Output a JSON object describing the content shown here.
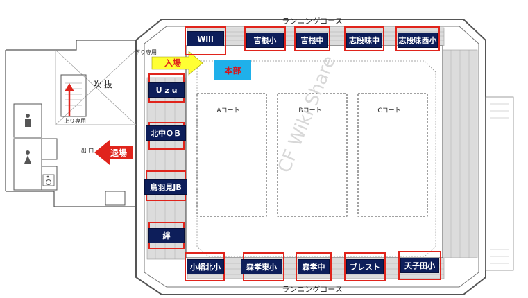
{
  "labels": {
    "running_course": "ランニングコース",
    "atrium": "吹 抜",
    "down_only": "下り専用",
    "up_only": "上り専用",
    "exit_door": "出 口",
    "court_a": "Aコート",
    "court_b": "Bコート",
    "court_c": "Cコート",
    "entrance": "入場",
    "exit": "退場",
    "headquarters": "本部",
    "watermark": "CF Wiki Share"
  },
  "teams": {
    "will": "Will",
    "yoshine_sho": "吉根小",
    "yoshine_chu": "吉根中",
    "shidami_chu": "志段味中",
    "shidami_nishi_sho": "志段味西小",
    "uzu": "U z u",
    "kitachu_ob": "北中ＯＢ",
    "tobami_jb": "鳥羽見JB",
    "kizuna": "絆",
    "obatakita_sho": "小幡北小",
    "moritaka_higashi_sho": "森孝東小",
    "moritaka_chu": "森孝中",
    "blest": "ブレスト",
    "tendenda_sho": "天子田小"
  },
  "colors": {
    "team_bg": "#0d1e5a",
    "team_text": "#ffffff",
    "highlight_border": "#e0241c",
    "entrance_arrow": "#ffff33",
    "entrance_text": "#e0241c",
    "exit_arrow": "#e0241c",
    "exit_text": "#ffffff",
    "hq_bg": "#1fb0ea",
    "hq_text": "#d2141c"
  },
  "icons": [
    "restroom-man-icon",
    "restroom-woman-icon",
    "wheelchair-icon",
    "up-arrow-icon",
    "entrance-arrow-icon",
    "exit-arrow-icon"
  ]
}
